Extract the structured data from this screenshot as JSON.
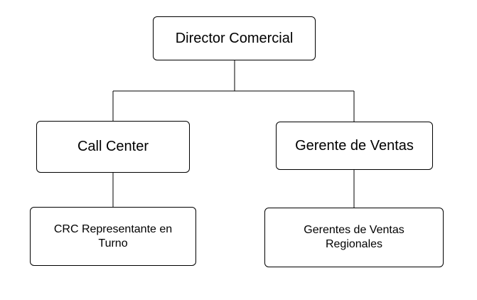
{
  "org_chart": {
    "root": {
      "label": "Director Comercial"
    },
    "branches": [
      {
        "label": "Call Center",
        "child": {
          "label": "CRC Representante en Turno"
        }
      },
      {
        "label": "Gerente de Ventas",
        "child": {
          "label": "Gerentes de Ventas Regionales"
        }
      }
    ]
  },
  "colors": {
    "line": "#000000",
    "box_border": "#000000",
    "background": "#ffffff"
  }
}
